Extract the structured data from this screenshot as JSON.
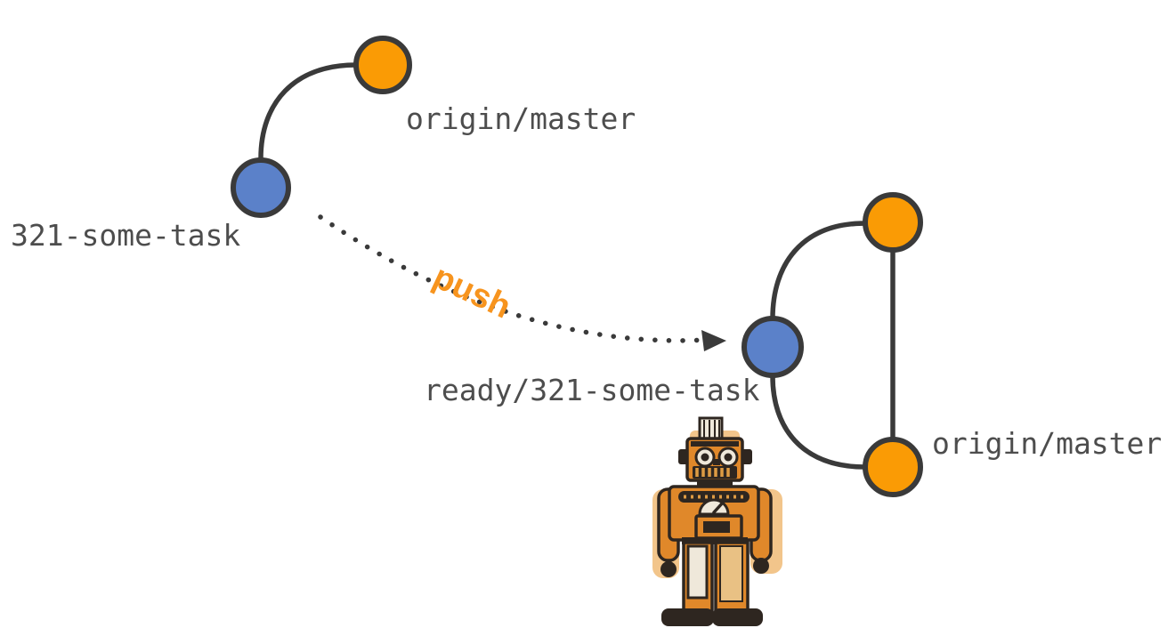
{
  "colors": {
    "commit_orange": "#FA9B05",
    "commit_blue": "#5B81C9",
    "line_dark": "#3A3A3A",
    "label_gray": "#4D4D4D",
    "push_orange": "#F7941E",
    "background": "#FFFFFF"
  },
  "local_graph": {
    "master_label": "origin/master",
    "branch_label": "321-some-task",
    "nodes": [
      {
        "name": "local-master-commit",
        "color": "commit_orange"
      },
      {
        "name": "local-task-commit",
        "color": "commit_blue"
      }
    ]
  },
  "push_arrow": {
    "label": "push",
    "style": "dotted-curve-with-arrowhead"
  },
  "remote_graph": {
    "branch_label": "ready/321-some-task",
    "master_label": "origin/master",
    "nodes": [
      {
        "name": "remote-master-tip-commit",
        "color": "commit_orange"
      },
      {
        "name": "remote-ready-commit",
        "color": "commit_blue"
      },
      {
        "name": "remote-master-base-commit",
        "color": "commit_orange"
      }
    ]
  },
  "robot": {
    "icon": "toy-robot-icon"
  }
}
